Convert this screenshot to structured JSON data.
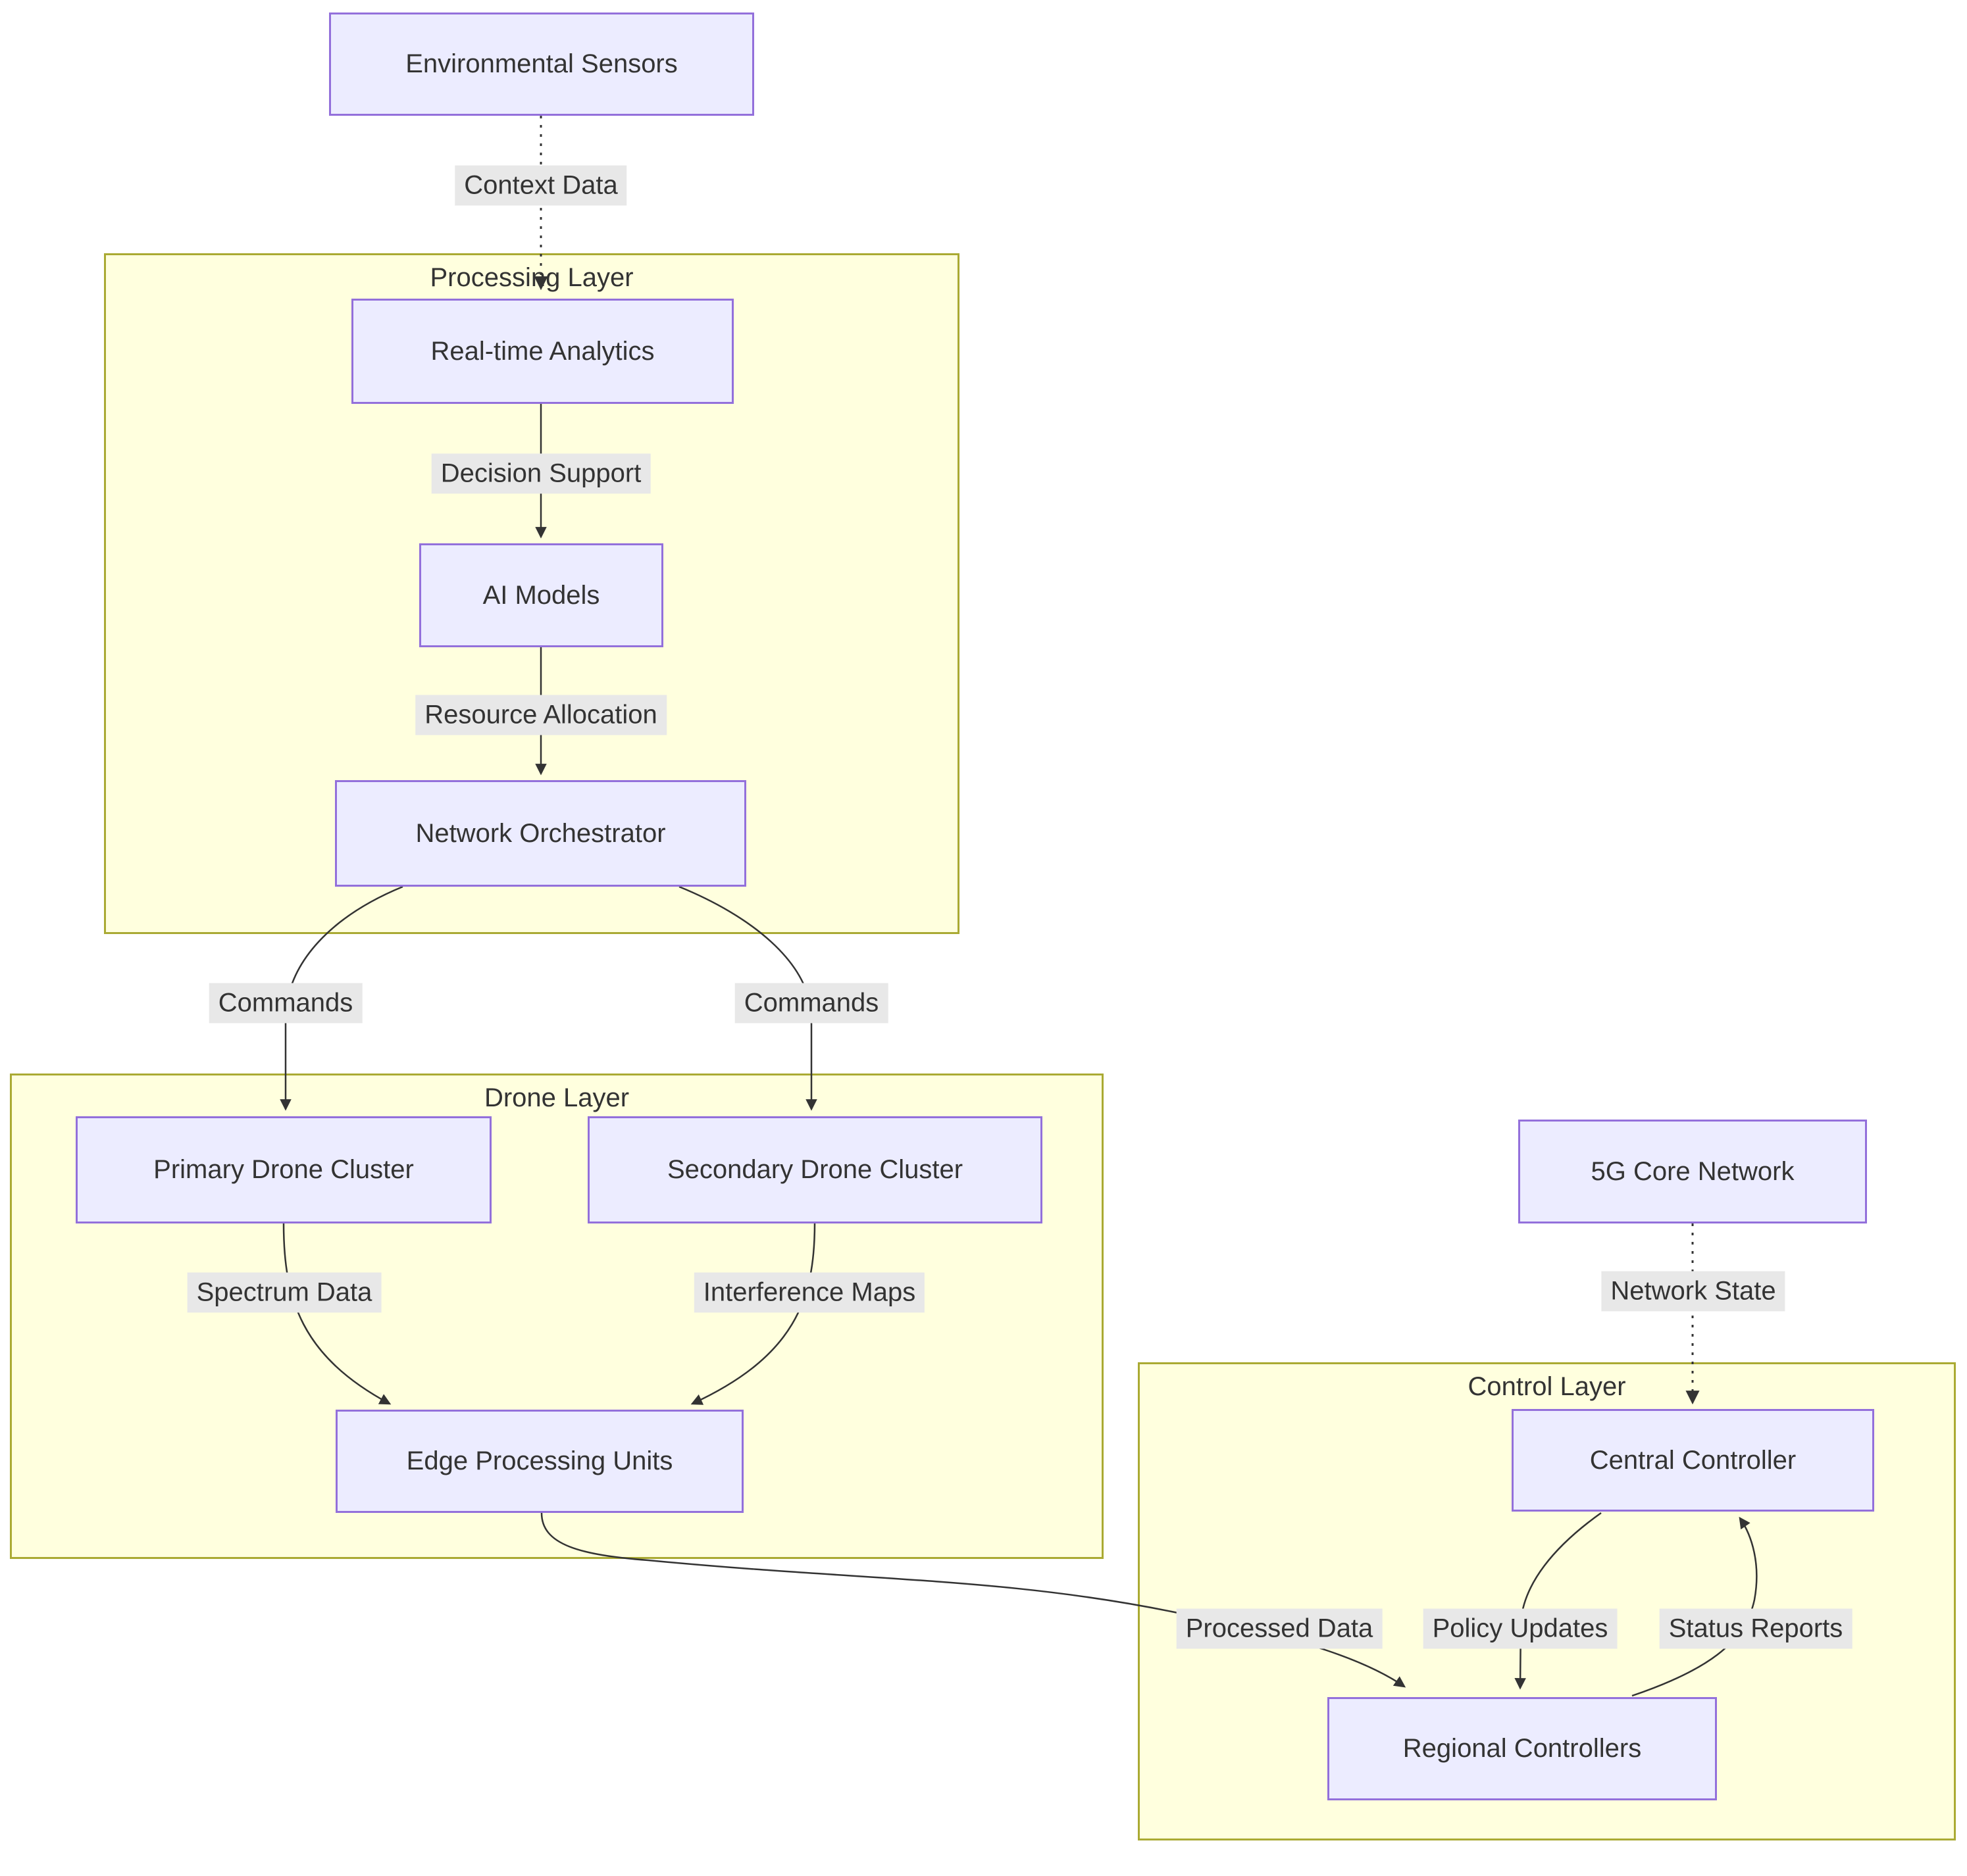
{
  "diagram": {
    "clusters": {
      "processing_layer": {
        "label": "Processing Layer"
      },
      "drone_layer": {
        "label": "Drone Layer"
      },
      "control_layer": {
        "label": "Control Layer"
      }
    },
    "nodes": {
      "environmental_sensors": {
        "label": "Environmental Sensors"
      },
      "real_time_analytics": {
        "label": "Real-time Analytics"
      },
      "ai_models": {
        "label": "AI Models"
      },
      "network_orchestrator": {
        "label": "Network Orchestrator"
      },
      "primary_drone_cluster": {
        "label": "Primary Drone Cluster"
      },
      "secondary_drone_cluster": {
        "label": "Secondary Drone Cluster"
      },
      "edge_processing_units": {
        "label": "Edge Processing Units"
      },
      "five_g_core_network": {
        "label": "5G Core Network"
      },
      "central_controller": {
        "label": "Central Controller"
      },
      "regional_controllers": {
        "label": "Regional Controllers"
      }
    },
    "edge_labels": {
      "context_data": "Context Data",
      "decision_support": "Decision Support",
      "resource_allocation": "Resource Allocation",
      "commands_left": "Commands",
      "commands_right": "Commands",
      "spectrum_data": "Spectrum Data",
      "interference_maps": "Interference Maps",
      "network_state": "Network State",
      "processed_data": "Processed Data",
      "policy_updates": "Policy Updates",
      "status_reports": "Status Reports"
    },
    "colors": {
      "node_fill": "#ECECFF",
      "node_border": "#9370DB",
      "cluster_fill": "#FFFFDE",
      "cluster_border": "#AAAA33",
      "edge_label_bg": "#E8E8E8",
      "edge_stroke": "#333333",
      "text_color": "#333333"
    }
  }
}
